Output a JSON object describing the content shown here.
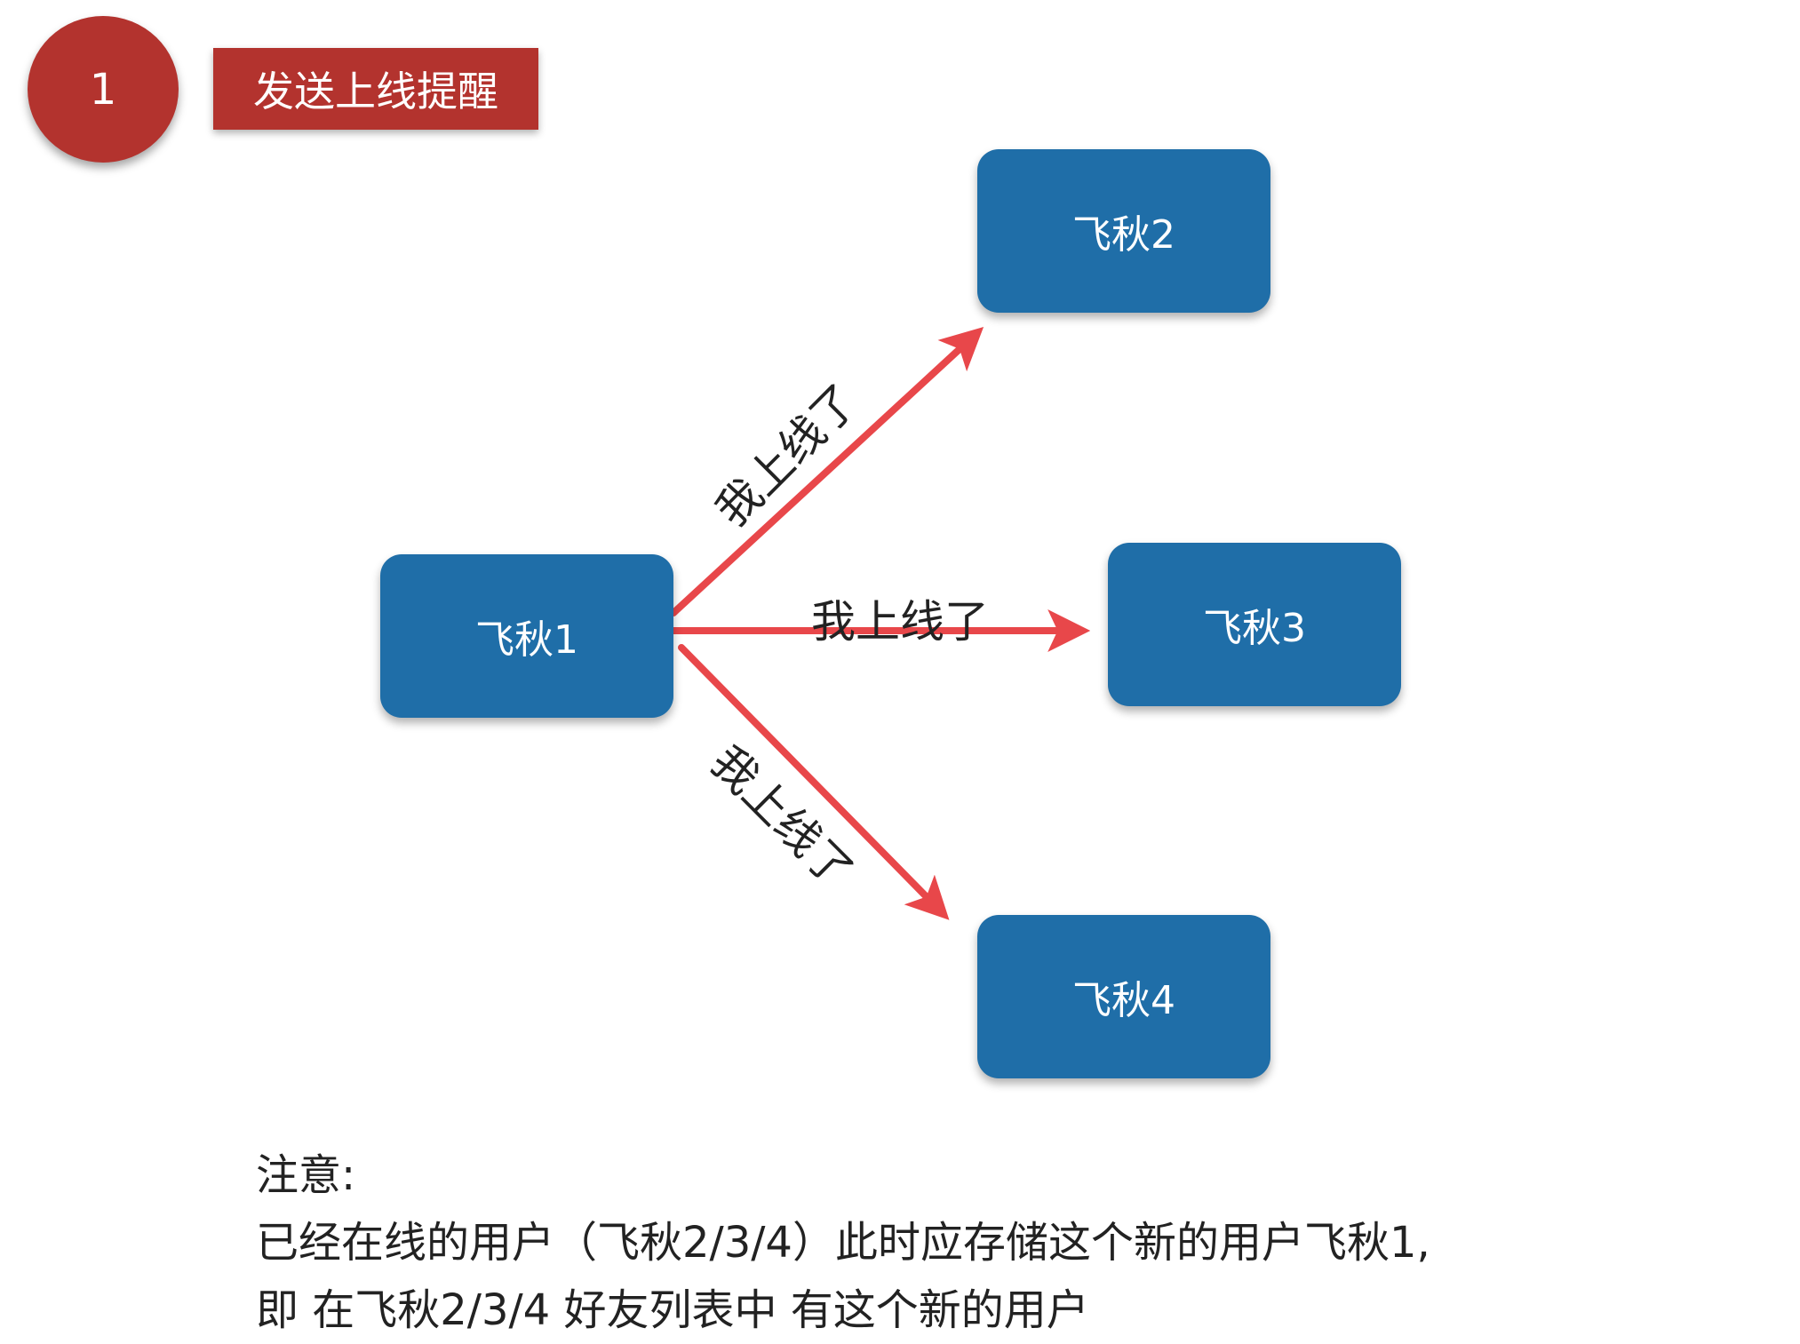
{
  "header": {
    "step_number": "1",
    "step_title": "发送上线提醒"
  },
  "nodes": {
    "sender": "飞秋1",
    "receiver_2": "飞秋2",
    "receiver_3": "飞秋3",
    "receiver_4": "飞秋4"
  },
  "edges": {
    "to_2": "我上线了",
    "to_3": "我上线了",
    "to_4": "我上线了"
  },
  "note": {
    "heading": "注意:",
    "line_1": "已经在线的用户（飞秋2/3/4）此时应存储这个新的用户飞秋1,",
    "line_2": "即 在飞秋2/3/4 好友列表中 有这个新的用户"
  },
  "colors": {
    "step_red": "#b3332e",
    "node_blue": "#1f6ea8",
    "arrow_red": "#e8474a"
  }
}
